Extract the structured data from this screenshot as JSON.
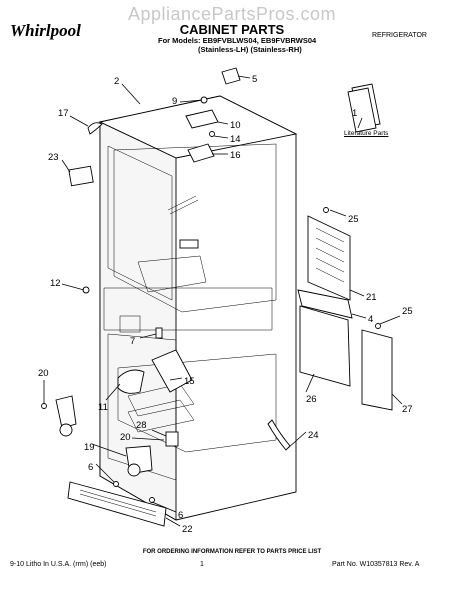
{
  "header": {
    "watermark": "AppliancePartsPros.com",
    "brand": "Whirlpool",
    "category": "REFRIGERATOR",
    "title": "CABINET PARTS",
    "models": "For Models: EB9FVBLWS04, EB9FVBRWS04",
    "variants": "(Stainless-LH)   (Stainless-RH)"
  },
  "literature_label": "Literature Parts",
  "callouts": [
    "1",
    "2",
    "4",
    "5",
    "6",
    "6",
    "7",
    "9",
    "10",
    "11",
    "12",
    "14",
    "15",
    "16",
    "17",
    "19",
    "20",
    "20",
    "21",
    "22",
    "23",
    "24",
    "25",
    "25",
    "26",
    "27",
    "28"
  ],
  "footer": {
    "note": "FOR ORDERING INFORMATION REFER TO PARTS PRICE LIST",
    "left": "9-10 Litho In U.S.A. (rrm) (eeb)",
    "page": "1",
    "right": "Part No. W10357813 Rev. A"
  }
}
